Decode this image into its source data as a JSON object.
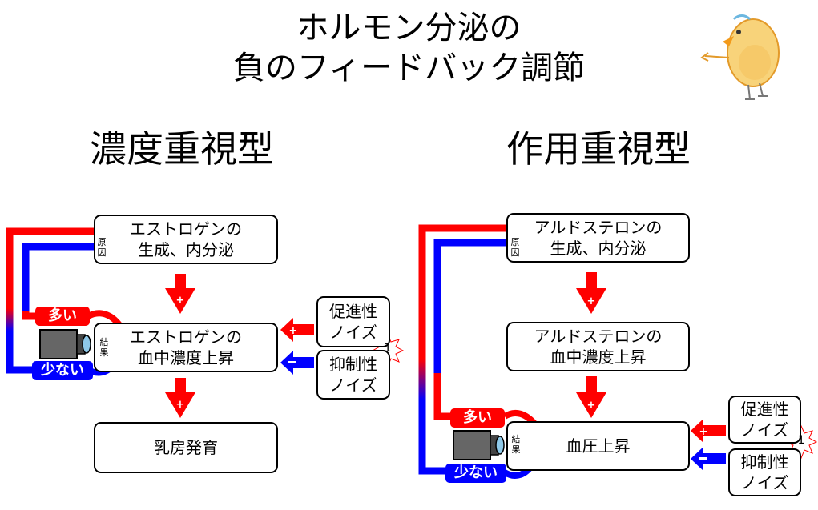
{
  "title": {
    "line1": "ホルモン分泌の",
    "line2": "負のフィードバック調節"
  },
  "left": {
    "heading": "濃度重視型",
    "cause": {
      "tag": "原因",
      "line1": "エストロゲンの",
      "line2": "生成、内分泌"
    },
    "result": {
      "tag": "結果",
      "line1": "エストロゲンの",
      "line2": "血中濃度上昇"
    },
    "effect": {
      "line1": "乳房発育"
    },
    "high_label": "多い",
    "low_label": "少ない",
    "promote_noise": {
      "line1": "促進性",
      "line2": "ノイズ"
    },
    "suppress_noise": {
      "line1": "抑制性",
      "line2": "ノイズ"
    },
    "badge": "1"
  },
  "right": {
    "heading": "作用重視型",
    "cause": {
      "tag": "原因",
      "line1": "アルドステロンの",
      "line2": "生成、内分泌"
    },
    "middle": {
      "line1": "アルドステロンの",
      "line2": "血中濃度上昇"
    },
    "result": {
      "tag": "結果",
      "line1": "血圧上昇"
    },
    "high_label": "多い",
    "low_label": "少ない",
    "promote_noise": {
      "line1": "促進性",
      "line2": "ノイズ"
    },
    "suppress_noise": {
      "line1": "抑制性",
      "line2": "ノイズ"
    },
    "badge": "1"
  },
  "icons": [
    "camera-icon",
    "plus-arrow-icon",
    "minus-arrow-icon",
    "chick-illustration",
    "starburst-icon"
  ],
  "colors": {
    "positive": "#ff0000",
    "negative": "#0000ff",
    "outline": "#000000"
  }
}
